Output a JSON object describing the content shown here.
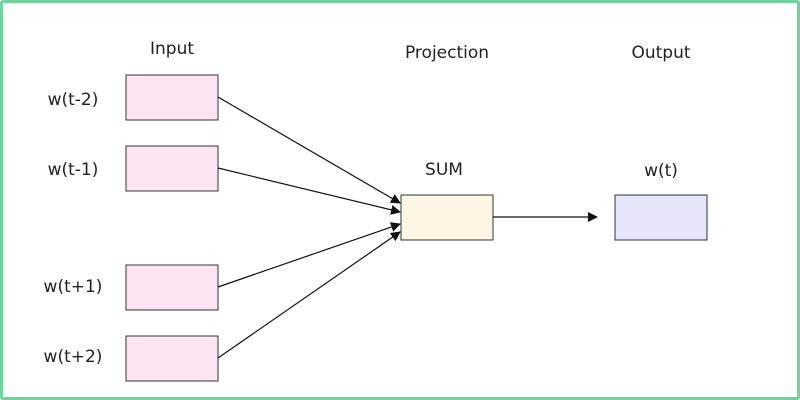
{
  "headers": {
    "input": "Input",
    "projection": "Projection",
    "output": "Output"
  },
  "inputs": [
    {
      "label": "w(t-2)"
    },
    {
      "label": "w(t-1)"
    },
    {
      "label": "w(t+1)"
    },
    {
      "label": "w(t+2)"
    }
  ],
  "projection": {
    "label": "SUM"
  },
  "output": {
    "label": "w(t)"
  },
  "colors": {
    "frame_border": "#6fd39a",
    "input_fill": "#fce4f2",
    "projection_fill": "#fdf6e4",
    "output_fill": "#e6e6fa",
    "box_stroke": "#333333",
    "arrow": "#111111"
  }
}
